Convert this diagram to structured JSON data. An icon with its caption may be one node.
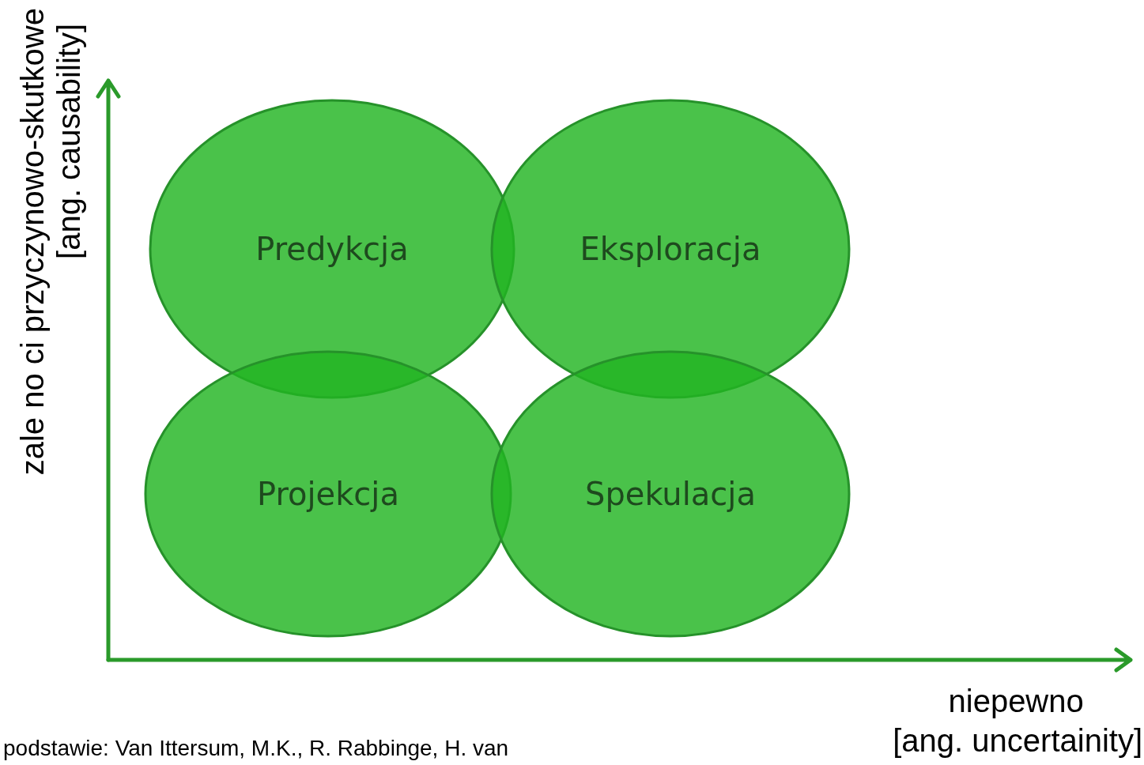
{
  "diagram": {
    "nodes": [
      {
        "text": [
          "Predykcja"
        ]
      },
      {
        "text": [
          "Eksploracja"
        ]
      },
      {
        "text": [
          "Projekcja"
        ]
      },
      {
        "text": [
          "Spekulacja"
        ]
      }
    ],
    "labels": [
      "zale no ci przyczynowo-skutkowe",
      "[ang. causability]",
      "niepewno",
      "[ang. uncertainity]",
      "podstawie: Van Ittersum, M.K., R. Rabbinge, H. van"
    ]
  }
}
